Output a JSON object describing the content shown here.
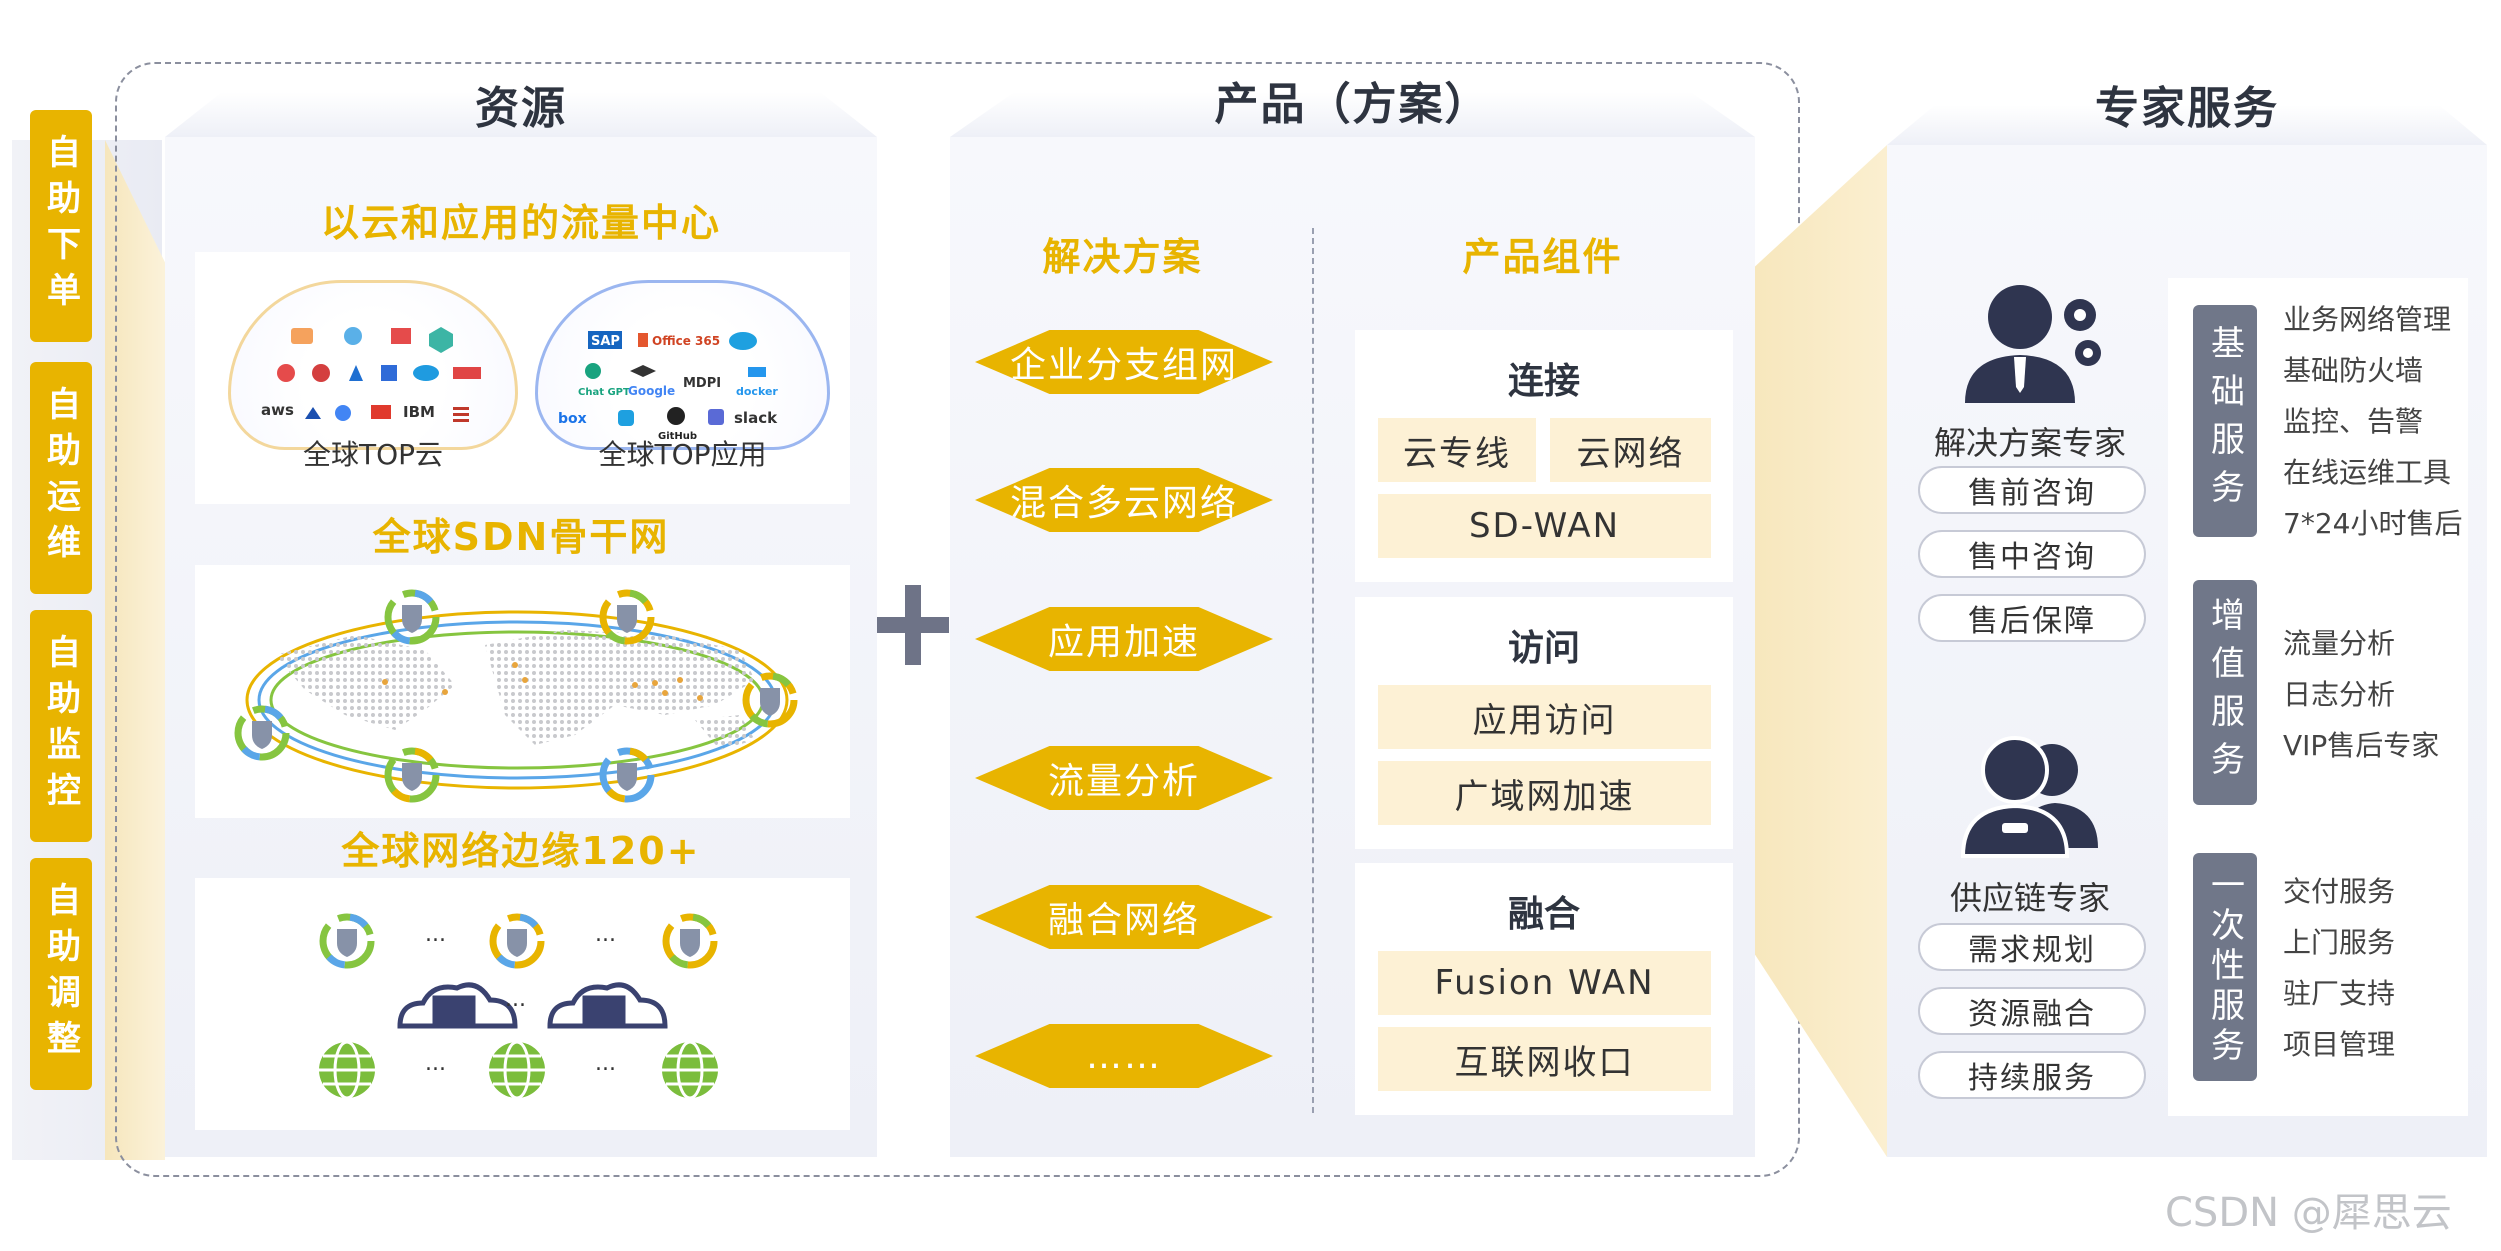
{
  "left_tabs": [
    "自助下单",
    "自助运维",
    "自助监控",
    "自助调整"
  ],
  "resources": {
    "title": "资源",
    "cloud_center_title": "以云和应用的流量中心",
    "cloud_left_caption": "全球TOP云",
    "cloud_right_caption": "全球TOP应用",
    "cloud_left_logos": [
      "aws",
      "IBM"
    ],
    "cloud_right_logos": [
      "SAP",
      "Office 365",
      "Chat GPT",
      "Google",
      "MDPI",
      "docker",
      "box",
      "GitHub",
      "slack"
    ],
    "sdn_title": "全球SDN骨干网",
    "edge_title": "全球网络边缘120+",
    "ellipsis": "..."
  },
  "plus_sign": "+",
  "products": {
    "title": "产品（方案）",
    "solutions_title": "解决方案",
    "solutions": [
      "企业分支组网",
      "混合多云网络",
      "应用加速",
      "流量分析",
      "融合网络",
      "……"
    ],
    "components_title": "产品组件",
    "groups": [
      {
        "name": "连接",
        "items": [
          "云专线",
          "云网络",
          "SD-WAN"
        ]
      },
      {
        "name": "访问",
        "items": [
          "应用访问",
          "广域网加速"
        ]
      },
      {
        "name": "融合",
        "items": [
          "Fusion WAN",
          "互联网收口"
        ]
      }
    ]
  },
  "experts": {
    "title": "专家服务",
    "solution_expert": {
      "name": "解决方案专家",
      "services": [
        "售前咨询",
        "售中咨询",
        "售后保障"
      ]
    },
    "supply_expert": {
      "name": "供应链专家",
      "services": [
        "需求规划",
        "资源融合",
        "持续服务"
      ]
    },
    "service_groups": [
      {
        "tag": "基础服务",
        "items": [
          "业务网络管理",
          "基础防火墙",
          "监控、告警",
          "在线运维工具",
          "7*24小时售后"
        ]
      },
      {
        "tag": "增值服务",
        "items": [
          "流量分析",
          "日志分析",
          "VIP售后专家"
        ]
      },
      {
        "tag": "一次性服务",
        "items": [
          "交付服务",
          "上门服务",
          "驻厂支持",
          "项目管理"
        ]
      }
    ]
  },
  "watermark": "CSDN @犀思云",
  "colors": {
    "gold": "#e8b400",
    "chip": "#fdf1d5",
    "tag_gray": "#707789",
    "dark_navy": "#2f3550"
  }
}
